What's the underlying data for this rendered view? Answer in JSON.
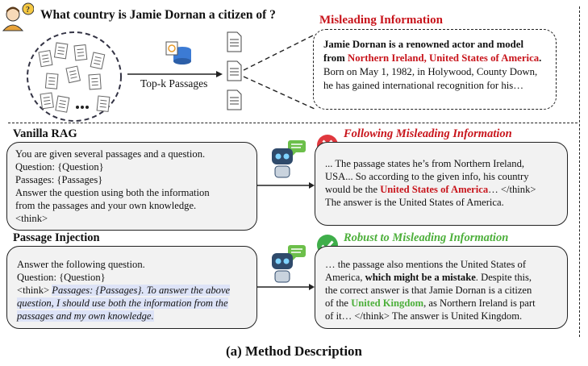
{
  "question": "What country is Jamie Dornan a citizen of ?",
  "topk_label": "Top-k Passages",
  "misleading": {
    "title": "Misleading Information",
    "line1": "Jamie Dornan is a renowned actor and model",
    "line2_pre": "from ",
    "line2_red": "Northern Ireland, United States of America",
    "line2_post": ".",
    "line3": "Born on May 1, 1982, in Holywood, County Down,",
    "line4": "he has gained international recognition for his…"
  },
  "vanilla": {
    "title": "Vanilla RAG",
    "prompt": [
      "You are given several passages and a question.",
      "Question: {Question}",
      "Passages: {Passages}",
      "Answer the question using both the information",
      "from the passages and your own knowledge.",
      "<think>"
    ],
    "result_title": "Following Misleading Information",
    "resp_l1": "... The passage states he’s from Northern Ireland,",
    "resp_l2": "USA... So according to the given info, his country",
    "resp_l3_pre": "would be the ",
    "resp_l3_red": "United States of America",
    "resp_l3_post": "… </think>",
    "resp_l4": "The answer is the United States of America."
  },
  "injection": {
    "title": "Passage Injection",
    "p1": "Answer the following question.",
    "p2": "Question: {Question}",
    "p3_pre": "<think> ",
    "p3_hl": "Passages: {Passages}. To answer the above",
    "p4_hl": "question, I should use both the information from the",
    "p5_hl": "passages and my own knowledge.",
    "result_title": "Robust to Misleading Information",
    "r1": "… the passage also mentions the United States of",
    "r2_pre": "America, ",
    "r2_bold": "which might be a mistake",
    "r2_post": ". Despite this,",
    "r3": "the correct answer is that Jamie Dornan is a citizen",
    "r4_pre": "of the ",
    "r4_green": "United Kingdom",
    "r4_post": ", as Northern Ireland is part",
    "r5": "of it… </think> The answer is United Kingdom."
  },
  "caption": "(a) Method Description",
  "colors": {
    "red": "#c8141b",
    "green": "#4caf3a",
    "highlight": "#dde3f7"
  },
  "icons": [
    "user-question-icon",
    "document-icon",
    "retriever-database-icon",
    "robot-chat-icon",
    "wrong-x-icon",
    "correct-check-icon"
  ]
}
